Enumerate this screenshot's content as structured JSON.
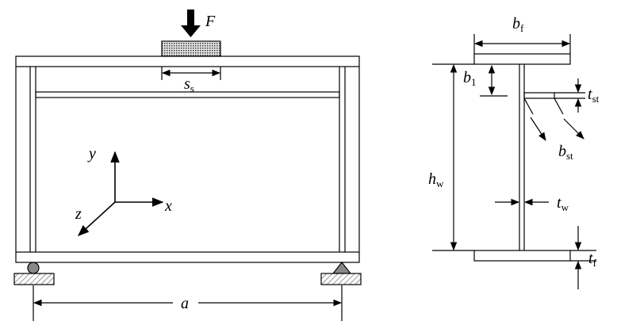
{
  "labels": {
    "force": "F",
    "load_width": {
      "main": "s",
      "sub": "s"
    },
    "span": "a",
    "axis_x": "x",
    "axis_y": "y",
    "axis_z": "z",
    "flange_width": {
      "main": "b",
      "sub": "f"
    },
    "b1": {
      "main": "b",
      "sub": "1"
    },
    "stiffener_thickness": {
      "main": "t",
      "sub": "st"
    },
    "stiffener_width": {
      "main": "b",
      "sub": "st"
    },
    "web_height": {
      "main": "h",
      "sub": "w"
    },
    "web_thickness": {
      "main": "t",
      "sub": "w"
    },
    "flange_thickness": {
      "main": "t",
      "sub": "f"
    }
  }
}
